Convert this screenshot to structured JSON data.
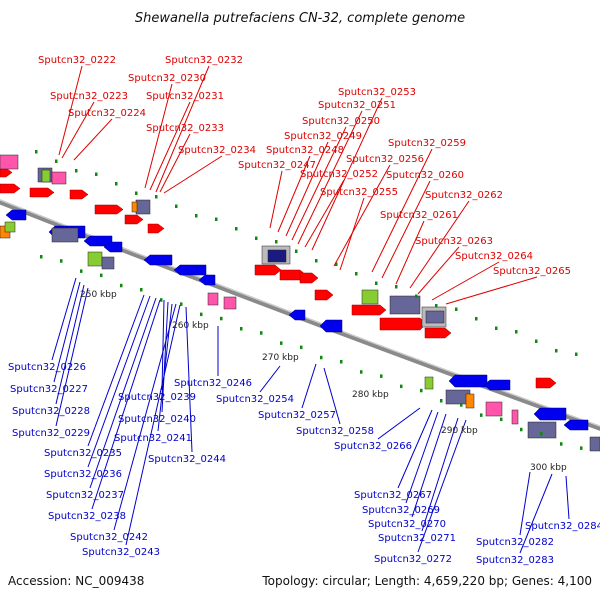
{
  "title": "Shewanella putrefaciens CN-32, complete genome",
  "accession": "Accession: NC_009438",
  "summary": "Topology: circular; Length: 4,659,220 bp; Genes: 4,100",
  "colors": {
    "forward_label": "#dd0000",
    "reverse_label": "#0000cc",
    "backbone": "#8a8a8a",
    "forward_arrow": "#ff0000",
    "reverse_arrow": "#0000ee",
    "rna_marker": "#118811"
  },
  "ticks": [
    "250 kbp",
    "260 kbp",
    "270 kbp",
    "280 kbp",
    "290 kbp",
    "300 kbp"
  ],
  "forward_labels": [
    "Sputcn32_0222",
    "Sputcn32_0223",
    "Sputcn32_0224",
    "Sputcn32_0230",
    "Sputcn32_0231",
    "Sputcn32_0232",
    "Sputcn32_0233",
    "Sputcn32_0234",
    "Sputcn32_0247",
    "Sputcn32_0248",
    "Sputcn32_0249",
    "Sputcn32_0250",
    "Sputcn32_0251",
    "Sputcn32_0252",
    "Sputcn32_0253",
    "Sputcn32_0255",
    "Sputcn32_0256",
    "Sputcn32_0259",
    "Sputcn32_0260",
    "Sputcn32_0261",
    "Sputcn32_0262",
    "Sputcn32_0263",
    "Sputcn32_0264",
    "Sputcn32_0265"
  ],
  "reverse_labels": [
    "Sputcn32_0226",
    "Sputcn32_0227",
    "Sputcn32_0228",
    "Sputcn32_0229",
    "Sputcn32_0235",
    "Sputcn32_0236",
    "Sputcn32_0237",
    "Sputcn32_0238",
    "Sputcn32_0239",
    "Sputcn32_0240",
    "Sputcn32_0241",
    "Sputcn32_0242",
    "Sputcn32_0243",
    "Sputcn32_0244",
    "Sputcn32_0246",
    "Sputcn32_0254",
    "Sputcn32_0257",
    "Sputcn32_0258",
    "Sputcn32_0266",
    "Sputcn32_0267",
    "Sputcn32_0269",
    "Sputcn32_0270",
    "Sputcn32_0271",
    "Sputcn32_0272",
    "Sputcn32_0282",
    "Sputcn32_0283",
    "Sputcn32_0284"
  ]
}
